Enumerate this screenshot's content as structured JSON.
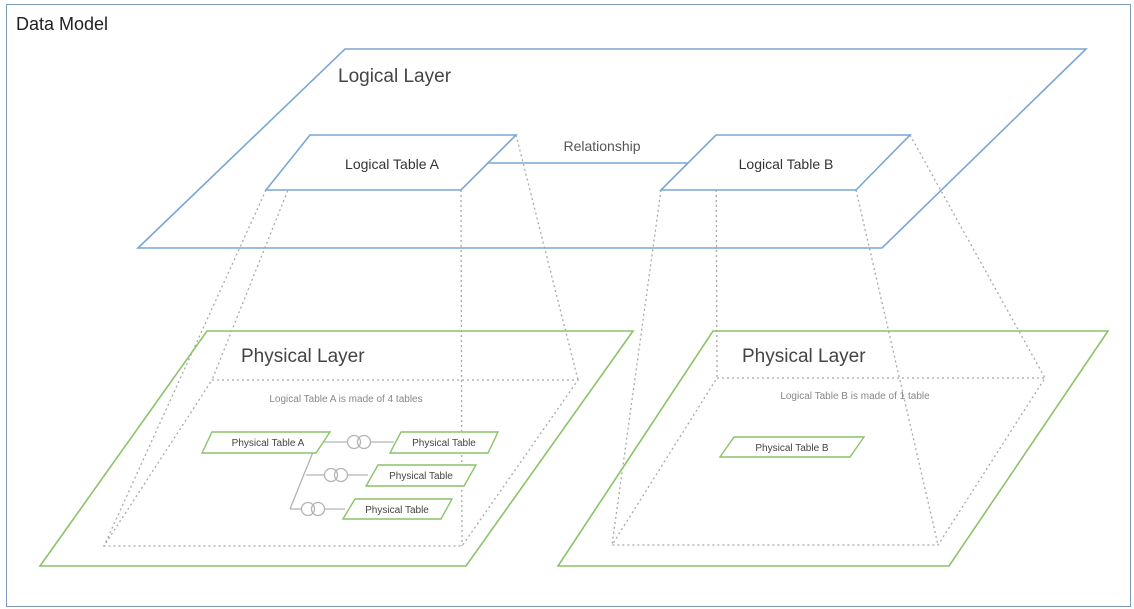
{
  "diagram": {
    "title": "Data Model",
    "logical_layer": {
      "label": "Logical Layer",
      "table_a": "Logical Table A",
      "table_b": "Logical Table B",
      "relationship": "Relationship"
    },
    "physical_a": {
      "label": "Physical Layer",
      "caption": "Logical Table A is made of 4 tables",
      "main_table": "Physical Table A",
      "joined_tables": [
        "Physical Table",
        "Physical Table",
        "Physical Table"
      ]
    },
    "physical_b": {
      "label": "Physical Layer",
      "caption": "Logical Table B is made of 1 table",
      "main_table": "Physical Table B"
    },
    "colors": {
      "logical": "#7aa6d6",
      "physical": "#8cc26a",
      "dotted": "#a8a8a8",
      "join": "#b3b3b3",
      "text": "#333333",
      "caption": "#888888"
    }
  }
}
